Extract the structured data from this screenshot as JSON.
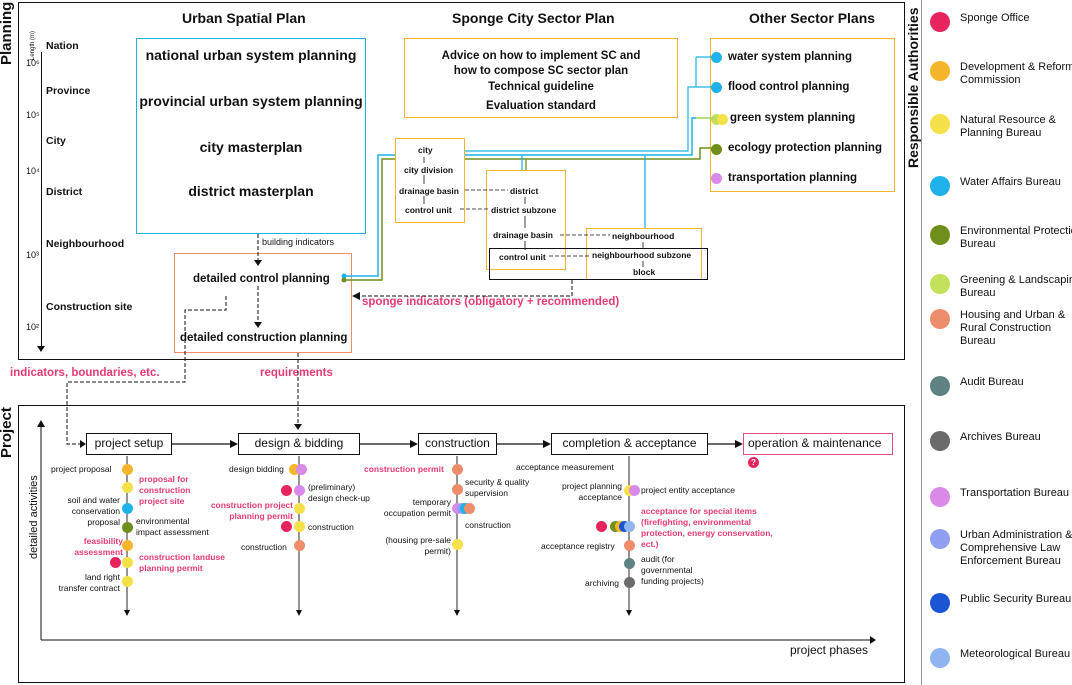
{
  "planning": {
    "section_label": "Planning",
    "length_label": "Length (m)",
    "levels": [
      "Nation",
      "Province",
      "City",
      "District",
      "Neighbourhood",
      "Construction site"
    ],
    "scale_ticks": [
      "10⁶",
      "10⁵",
      "10⁴",
      "10³",
      "10²"
    ],
    "columns": {
      "urban": "Urban Spatial Plan",
      "sponge": "Sponge City Sector Plan",
      "other": "Other Sector Plans"
    },
    "urban_plans": [
      "national urban system planning",
      "provincial urban system planning",
      "city masterplan",
      "district masterplan"
    ],
    "sponge_guidelines": [
      "Advice on how to implement SC and",
      "how to compose SC sector plan",
      "Technical guideline",
      "Evaluation standard"
    ],
    "other_plans": [
      "water system planning",
      "flood control planning",
      "green system planning",
      "ecology protection planning",
      "transportation planning"
    ],
    "city_box": [
      "city",
      "city division",
      "drainage basin",
      "control unit"
    ],
    "district_box": [
      "district",
      "district subzone",
      "drainage basin",
      "control unit"
    ],
    "neighbourhood_box": [
      "neighbourhood",
      "neighbourhood subzone",
      "block"
    ],
    "building_indicators": "building indicators",
    "detailed_control": "detailed control planning",
    "detailed_construction": "detailed construction planning",
    "sponge_indicators": "sponge indicators (obligatory + recommended)",
    "indicators_boundaries": "indicators, boundaries, etc.",
    "requirements": "requirements"
  },
  "project": {
    "section_label": "Project",
    "y_axis": "detailed activities",
    "x_axis": "project phases",
    "phases": [
      "project setup",
      "design & bidding",
      "construction",
      "completion & acceptance",
      "operation & maintenance"
    ],
    "setup_activities": {
      "project_proposal": "project proposal",
      "proposal_site": "proposal for construction project site",
      "soil": "soil and water conservation proposal",
      "env": "environmental impact assessment",
      "feasibility": "feasibility assessment",
      "landuse": "construction landuse planning permit",
      "land_right": "land right transfer contract"
    },
    "design_activities": {
      "design_bidding": "design bidding",
      "prelim": "(preliminary) design check-up",
      "cpp": "construction project planning permit",
      "construction1": "construction",
      "construction2": "construction"
    },
    "construction_activities": {
      "permit": "construction permit",
      "security": "security & quality supervision",
      "temporary": "temporary occupation permit",
      "construction": "construction",
      "housing": "(housing pre-sale permit)"
    },
    "completion_activities": {
      "measurement": "acceptance measurement",
      "ppa": "project planning acceptance",
      "entity": "project entity acceptance",
      "special": "acceptance for special items (firefighting, environmental protection, energy conservation, ect.)",
      "registry": "acceptance registry",
      "audit": "audit (for governmental funding projects)",
      "archiving": "archiving"
    }
  },
  "legend": {
    "title": "Responsible Authorities",
    "items": [
      {
        "label": "Sponge Office",
        "color": "#e8245f"
      },
      {
        "label": "Development & Reform Commission",
        "color": "#f5b52b"
      },
      {
        "label": "Natural Resource & Planning Bureau",
        "color": "#f6e04a"
      },
      {
        "label": "Water Affairs Bureau",
        "color": "#1fb2e8"
      },
      {
        "label": "Environmental Protection Bureau",
        "color": "#6f8f1a"
      },
      {
        "label": "Greening & Landscaping Bureau",
        "color": "#c3e05a"
      },
      {
        "label": "Housing and Urban & Rural Construction Bureau",
        "color": "#ee8d6b"
      },
      {
        "label": "Audit Bureau",
        "color": "#5e8282"
      },
      {
        "label": "Archives Bureau",
        "color": "#6b6b6b"
      },
      {
        "label": "Transportation Bureau",
        "color": "#d98ae8"
      },
      {
        "label": "Urban Administration & Comprehensive Law Enforcement Bureau",
        "color": "#8f9ef0"
      },
      {
        "label": "Public Security Bureau",
        "color": "#1a55d6"
      },
      {
        "label": "Meteorological Bureau",
        "color": "#8fb4f0"
      }
    ]
  },
  "colors": {
    "blue": "#1fb2e8",
    "orange": "#f5b52b",
    "salmon": "#ee8d6b",
    "pink": "#e83a74",
    "pinkbox": "#e84a86",
    "green": "#6f8f1a"
  }
}
